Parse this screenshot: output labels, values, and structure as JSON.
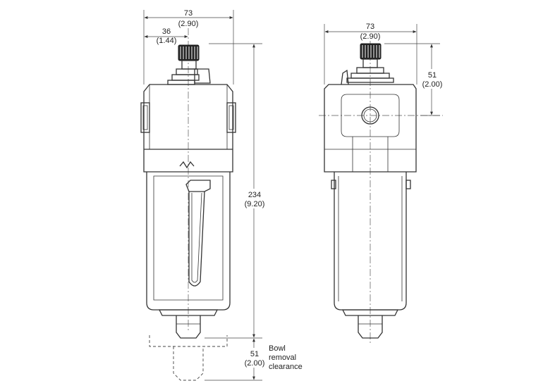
{
  "front_view": {
    "width_mm": "73",
    "width_in": "(2.90)",
    "offset_mm": "36",
    "offset_in": "(1.44)",
    "height_mm": "234",
    "height_in": "(9.20)",
    "clearance_mm": "51",
    "clearance_in": "(2.00)",
    "clearance_label_1": "Bowl",
    "clearance_label_2": "removal",
    "clearance_label_3": "clearance"
  },
  "side_view": {
    "width_mm": "73",
    "width_in": "(2.90)",
    "height_mm": "51",
    "height_in": "(2.00)"
  }
}
